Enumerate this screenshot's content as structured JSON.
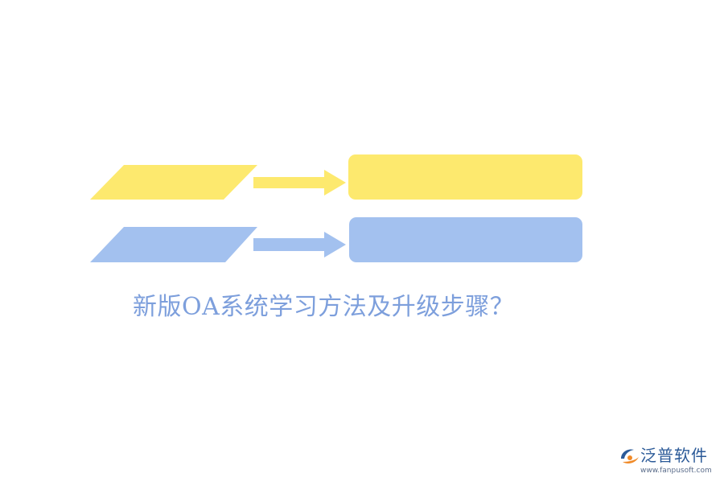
{
  "diagram": {
    "title": "新版OA系统学习方法及升级步骤？",
    "colors": {
      "yellow": "#fde96e",
      "blue": "#a3c1ef",
      "title_text": "#7d9fdc"
    },
    "rows": [
      {
        "color_key": "yellow",
        "parallelogram_label": "",
        "box_label": ""
      },
      {
        "color_key": "blue",
        "parallelogram_label": "",
        "box_label": ""
      }
    ]
  },
  "logo": {
    "name": "泛普软件",
    "url": "www.fanpusoft.com",
    "text_color": "#2b5a98",
    "accent_color": "#f08a28",
    "url_color": "#5a6c8a"
  }
}
